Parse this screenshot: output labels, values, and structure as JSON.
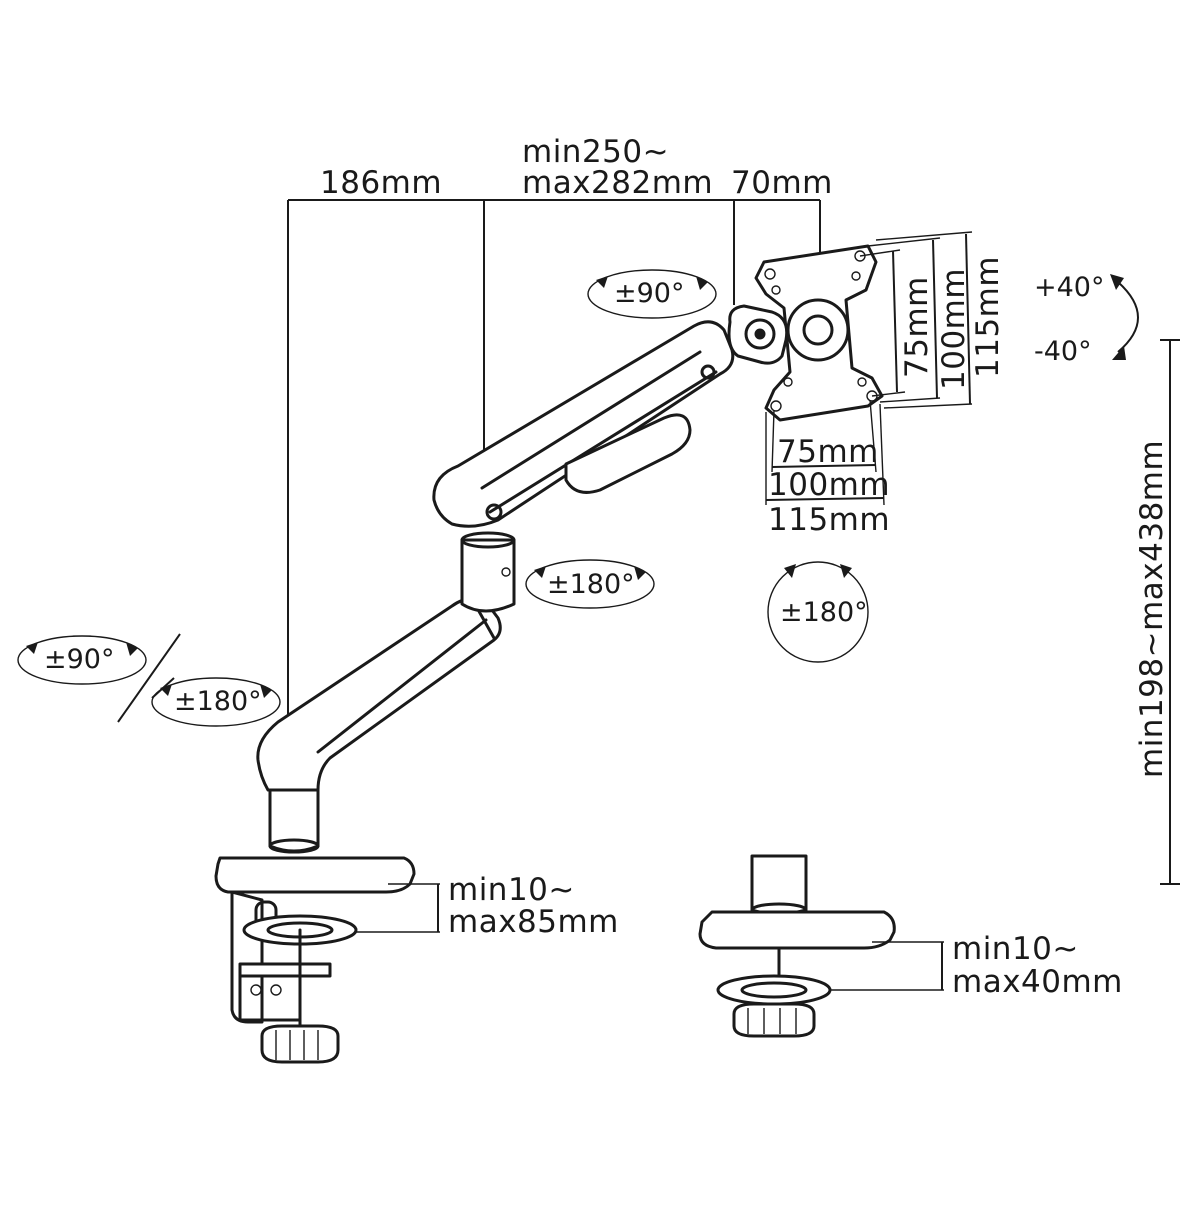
{
  "dimensions": {
    "arm_reach": "186mm",
    "forearm_min": "min250~",
    "forearm_max": "max282mm",
    "head_offset": "70mm",
    "vesa_v_75": "75mm",
    "vesa_v_100": "100mm",
    "vesa_v_115": "115mm",
    "vesa_h_75": "75mm",
    "vesa_h_100": "100mm",
    "vesa_h_115": "115mm",
    "height_range": "min198~max438mm",
    "clamp_min": "min10~",
    "clamp_max": "max85mm",
    "grommet_min": "min10~",
    "grommet_max": "max40mm"
  },
  "angles": {
    "head_swivel": "±90°",
    "tilt_up": "+40°",
    "tilt_down": "-40°",
    "elbow_swivel": "±180°",
    "rotation": "±180°",
    "base_swivel_a": "±90°",
    "base_swivel_b": "±180°"
  }
}
